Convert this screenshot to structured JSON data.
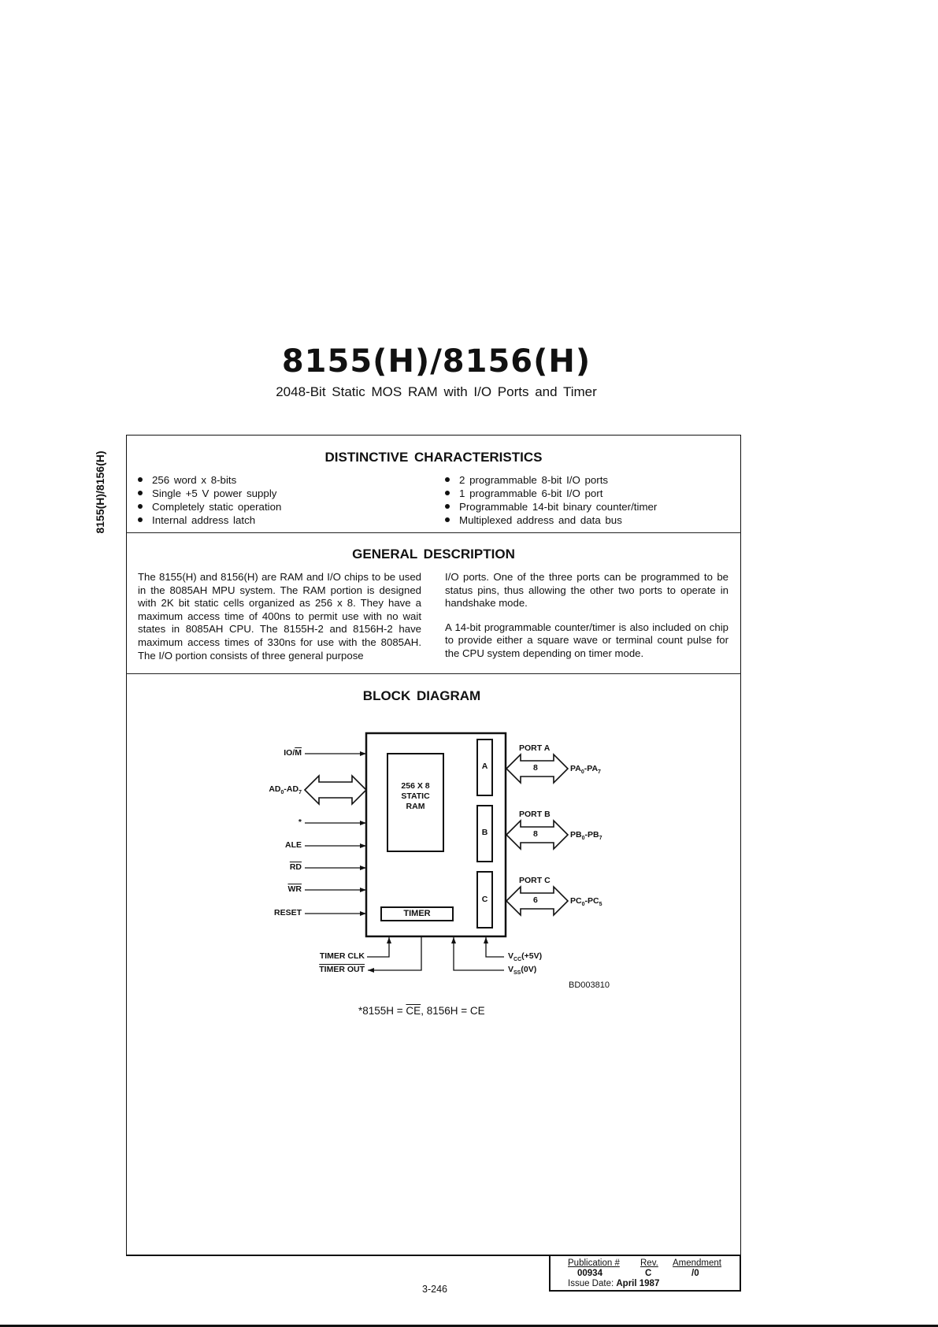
{
  "header": {
    "title": "8155(H)/8156(H)",
    "subtitle": "2048-Bit Static MOS RAM with I/O Ports and Timer",
    "side_label": "8155(H)/8156(H)"
  },
  "distinctive_characteristics": {
    "heading": "DISTINCTIVE CHARACTERISTICS",
    "left_items": [
      "256 word x 8-bits",
      "Single +5 V power supply",
      "Completely static operation",
      "Internal address latch"
    ],
    "right_items": [
      "2 programmable 8-bit I/O ports",
      "1 programmable 6-bit I/O port",
      "Programmable 14-bit binary counter/timer",
      "Multiplexed address and data bus"
    ]
  },
  "general_description": {
    "heading": "GENERAL DESCRIPTION",
    "left_paragraph": "The 8155(H) and 8156(H) are RAM and I/O chips to be used in the 8085AH MPU system. The RAM portion is designed with 2K bit static cells organized as 256 x 8. They have a maximum access time of 400ns to permit use with no wait states in 8085AH CPU. The 8155H-2 and 8156H-2 have maximum access times of 330ns for use with the 8085AH. The I/O portion consists of three general purpose",
    "right_paragraph_1": "I/O ports. One of the three ports can be programmed to be status pins, thus allowing the other two ports to operate in handshake mode.",
    "right_paragraph_2": "A 14-bit programmable counter/timer is also included on chip to provide either a square wave or terminal count pulse for the CPU system depending on timer mode."
  },
  "block_diagram": {
    "heading": "BLOCK DIAGRAM",
    "ram_label_1": "256 X 8",
    "ram_label_2": "STATIC",
    "ram_label_3": "RAM",
    "timer_label": "TIMER",
    "inputs": {
      "io_m_prefix": "IO/",
      "io_m_bar": "M",
      "ad_label": "AD",
      "ad_sub0": "0",
      "ad_mid": "-AD",
      "ad_sub7": "7",
      "star": "*",
      "ale": "ALE",
      "rd": "RD",
      "wr": "WR",
      "reset": "RESET"
    },
    "ports": [
      {
        "box": "A",
        "name": "PORT A",
        "width": "8",
        "pin_prefix": "PA",
        "sub_start": "0",
        "sub_end": "7"
      },
      {
        "box": "B",
        "name": "PORT B",
        "width": "8",
        "pin_prefix": "PB",
        "sub_start": "0",
        "sub_end": "7"
      },
      {
        "box": "C",
        "name": "PORT C",
        "width": "6",
        "pin_prefix": "PC",
        "sub_start": "0",
        "sub_end": "5"
      }
    ],
    "bottom": {
      "timer_clk": "TIMER CLK",
      "timer_out": "TIMER OUT",
      "vcc_v": "V",
      "vcc_sub": "CC",
      "vcc_val": "(+5V)",
      "vss_v": "V",
      "vss_sub": "SS",
      "vss_val": "(0V)"
    },
    "figure_id": "BD003810",
    "footnote_prefix": "*8155H = ",
    "footnote_ce_bar": "CE",
    "footnote_suffix": ",  8156H = CE"
  },
  "footer": {
    "page_number": "3-246",
    "publication_label": "Publication #",
    "rev_label": "Rev.",
    "amendment_label": "Amendment",
    "publication_value": "00934",
    "rev_value": "C",
    "amendment_value": "/0",
    "issue_date_label": "Issue Date:",
    "issue_date_value": "April 1987"
  }
}
